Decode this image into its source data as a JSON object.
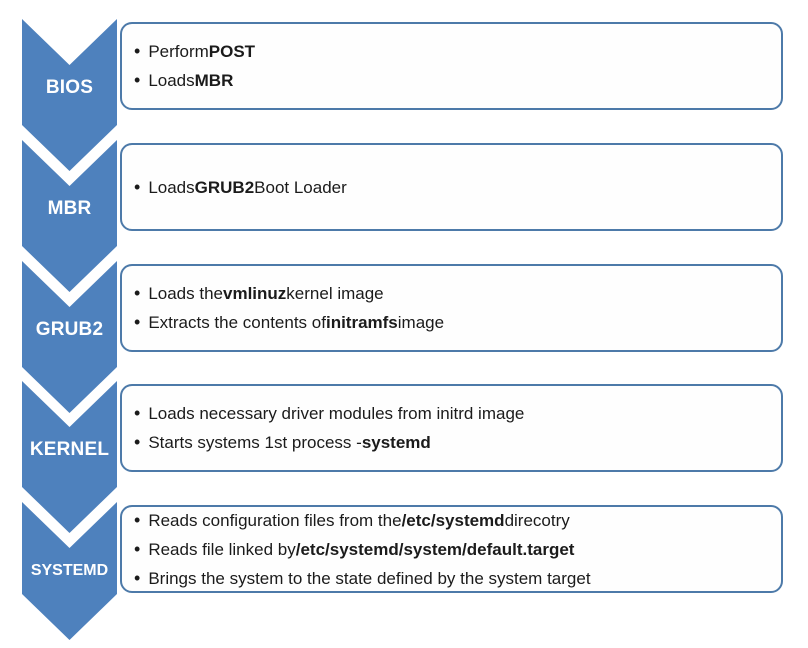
{
  "diagram": {
    "steps": [
      {
        "label": "BIOS",
        "bullets": [
          {
            "segments": [
              {
                "text": "Perform ",
                "bold": false
              },
              {
                "text": "POST",
                "bold": true
              }
            ]
          },
          {
            "segments": [
              {
                "text": "Loads ",
                "bold": false
              },
              {
                "text": "MBR",
                "bold": true
              }
            ]
          }
        ]
      },
      {
        "label": "MBR",
        "bullets": [
          {
            "segments": [
              {
                "text": "Loads ",
                "bold": false
              },
              {
                "text": "GRUB2",
                "bold": true
              },
              {
                "text": " Boot Loader",
                "bold": false
              }
            ]
          }
        ]
      },
      {
        "label": "GRUB2",
        "bullets": [
          {
            "segments": [
              {
                "text": "Loads the ",
                "bold": false
              },
              {
                "text": "vmlinuz",
                "bold": true
              },
              {
                "text": " kernel image",
                "bold": false
              }
            ]
          },
          {
            "segments": [
              {
                "text": "Extracts the contents of ",
                "bold": false
              },
              {
                "text": "initramfs",
                "bold": true
              },
              {
                "text": " image",
                "bold": false
              }
            ]
          }
        ]
      },
      {
        "label": "KERNEL",
        "bullets": [
          {
            "segments": [
              {
                "text": "Loads necessary driver modules from initrd image",
                "bold": false
              }
            ]
          },
          {
            "segments": [
              {
                "text": "Starts systems 1st process - ",
                "bold": false
              },
              {
                "text": "systemd",
                "bold": true
              }
            ]
          }
        ]
      },
      {
        "label": "SYSTEMD",
        "bullets": [
          {
            "segments": [
              {
                "text": "Reads configuration files from the ",
                "bold": false
              },
              {
                "text": "/etc/systemd",
                "bold": true
              },
              {
                "text": " direcotry",
                "bold": false
              }
            ]
          },
          {
            "segments": [
              {
                "text": "Reads file linked by ",
                "bold": false
              },
              {
                "text": "/etc/systemd/system/default.target",
                "bold": true
              }
            ]
          },
          {
            "segments": [
              {
                "text": "Brings the system to the state defined by the system target",
                "bold": false
              }
            ]
          }
        ]
      }
    ],
    "bullet_glyph": "•",
    "colors": {
      "chevron_fill": "#4e81bd",
      "box_border": "#4d7aa9",
      "box_background": "#fefefe",
      "body_text": "#1b1b1b",
      "label_text": "#ffffff"
    }
  }
}
